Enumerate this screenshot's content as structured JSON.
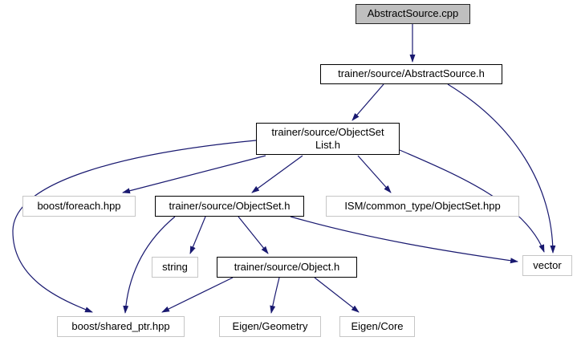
{
  "diagram": {
    "kind": "include-dependency-graph",
    "edge_color": "#191970",
    "main_node_fill": "#bfbfbf",
    "nodes": [
      {
        "id": "abstractsource_cpp",
        "lines": [
          "AbstractSource.cpp"
        ]
      },
      {
        "id": "abstractsource_h",
        "lines": [
          "trainer/source/AbstractSource.h"
        ]
      },
      {
        "id": "objectsetlist_h",
        "lines": [
          "trainer/source/ObjectSet",
          "List.h"
        ]
      },
      {
        "id": "boost_foreach_hpp",
        "lines": [
          "boost/foreach.hpp"
        ]
      },
      {
        "id": "objectset_h",
        "lines": [
          "trainer/source/ObjectSet.h"
        ]
      },
      {
        "id": "ism_objectset_hpp",
        "lines": [
          "ISM/common_type/ObjectSet.hpp"
        ]
      },
      {
        "id": "string",
        "lines": [
          "string"
        ]
      },
      {
        "id": "object_h",
        "lines": [
          "trainer/source/Object.h"
        ]
      },
      {
        "id": "vector",
        "lines": [
          "vector"
        ]
      },
      {
        "id": "boost_shared_ptr_hpp",
        "lines": [
          "boost/shared_ptr.hpp"
        ]
      },
      {
        "id": "eigen_geometry",
        "lines": [
          "Eigen/Geometry"
        ]
      },
      {
        "id": "eigen_core",
        "lines": [
          "Eigen/Core"
        ]
      }
    ],
    "edges": [
      {
        "from": "abstractsource_cpp",
        "to": "abstractsource_h"
      },
      {
        "from": "abstractsource_h",
        "to": "objectsetlist_h"
      },
      {
        "from": "abstractsource_h",
        "to": "vector"
      },
      {
        "from": "objectsetlist_h",
        "to": "boost_foreach_hpp"
      },
      {
        "from": "objectsetlist_h",
        "to": "objectset_h"
      },
      {
        "from": "objectsetlist_h",
        "to": "ism_objectset_hpp"
      },
      {
        "from": "objectsetlist_h",
        "to": "vector"
      },
      {
        "from": "objectsetlist_h",
        "to": "boost_shared_ptr_hpp"
      },
      {
        "from": "objectset_h",
        "to": "string"
      },
      {
        "from": "objectset_h",
        "to": "object_h"
      },
      {
        "from": "objectset_h",
        "to": "vector"
      },
      {
        "from": "objectset_h",
        "to": "boost_shared_ptr_hpp"
      },
      {
        "from": "object_h",
        "to": "boost_shared_ptr_hpp"
      },
      {
        "from": "object_h",
        "to": "eigen_geometry"
      },
      {
        "from": "object_h",
        "to": "eigen_core"
      }
    ]
  }
}
